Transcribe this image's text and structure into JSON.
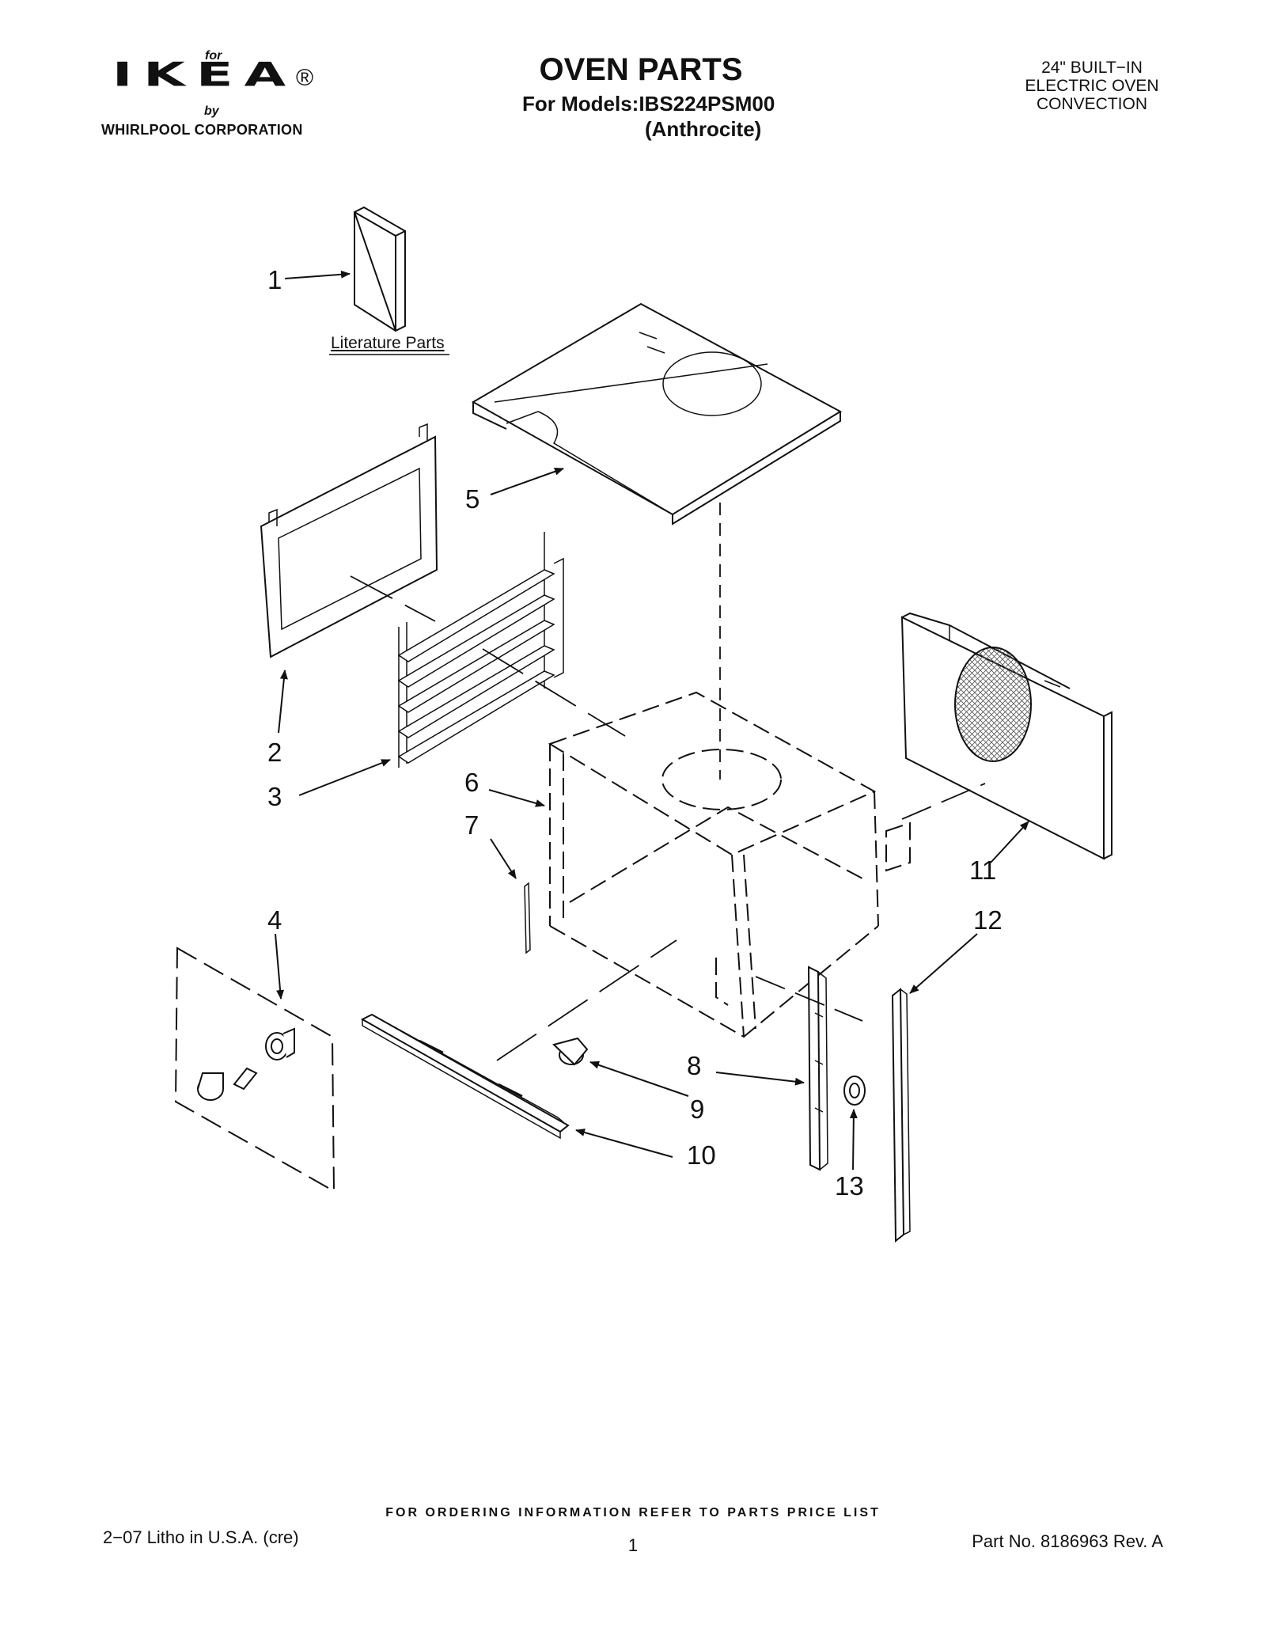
{
  "header": {
    "logo": {
      "for": "for",
      "word": "IKEA",
      "registered": "®",
      "by": "by",
      "corporation": "WHIRLPOOL  CORPORATION"
    },
    "title": "OVEN PARTS",
    "models": "For Models:IBS224PSM00",
    "variant": "(Anthrocite)",
    "product_lines": [
      "24\" BUILT−IN",
      "ELECTRIC OVEN",
      "CONVECTION"
    ]
  },
  "diagram": {
    "literature_label": "Literature Parts",
    "callouts": [
      "1",
      "2",
      "3",
      "4",
      "5",
      "6",
      "7",
      "8",
      "9",
      "10",
      "11",
      "12",
      "13"
    ]
  },
  "footer": {
    "ordering_note": "FOR ORDERING INFORMATION REFER TO PARTS PRICE LIST",
    "litho": "2−07 Litho in U.S.A. (cre)",
    "page_number": "1",
    "part_number": "Part No. 8186963 Rev. A"
  }
}
